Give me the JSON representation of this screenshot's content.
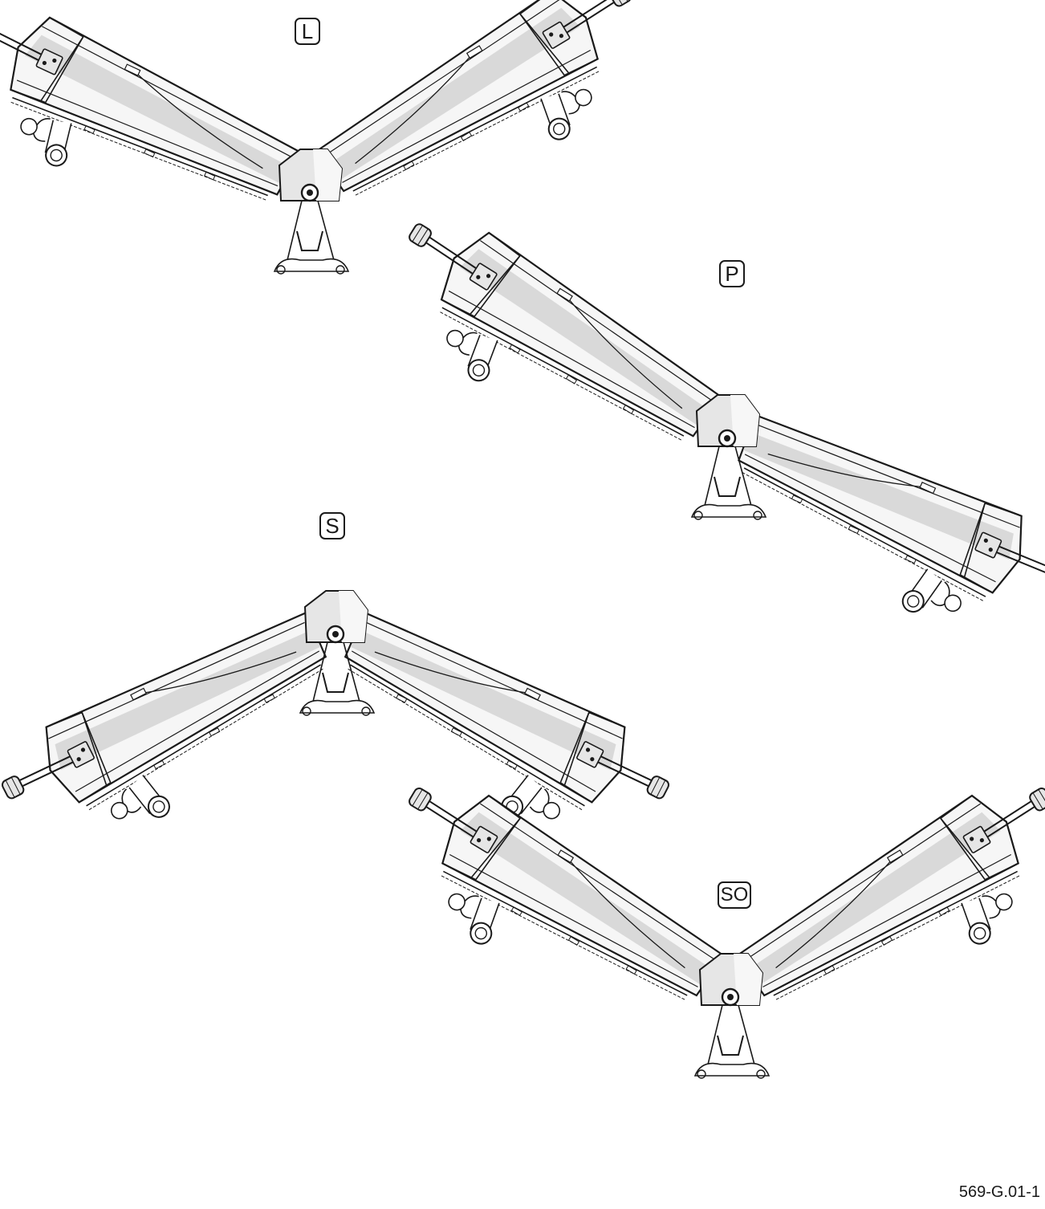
{
  "diagram": {
    "figure_code": "569-G.01-1",
    "colors": {
      "line": "#1a1a1a",
      "shade": "#d9d9d9",
      "body": "#f3f3f3",
      "hub": "#e6e6e6"
    },
    "positions": [
      {
        "label": "L"
      },
      {
        "label": "P"
      },
      {
        "label": "S"
      },
      {
        "label": "SO"
      }
    ]
  }
}
